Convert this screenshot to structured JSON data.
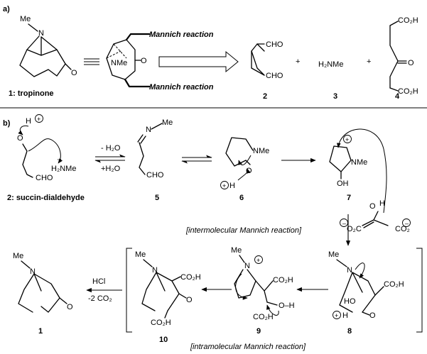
{
  "panel_a": {
    "tag": "a)",
    "mannich_top": "Mannich reaction",
    "mannich_bottom": "Mannich reaction",
    "label_1": "1: tropinone",
    "num_2": "2",
    "num_3": "3",
    "num_4": "4",
    "me": "Me",
    "n": "N",
    "o": "O",
    "nme": "NMe",
    "cho_top": "CHO",
    "cho_bottom": "CHO",
    "amine": "H₂NMe",
    "plus1": "+",
    "plus2": "+",
    "co2h_top": "CO₂H",
    "co2h_bottom": "CO₂H",
    "o4": "O"
  },
  "panel_b": {
    "tag": "b)",
    "h_plus": "H",
    "amine": "H₂NMe",
    "cho": "CHO",
    "o": "O",
    "label_2": "2: succin-dialdehyde",
    "minus_water": "- H₂O",
    "plus_water": "+H₂O",
    "s5_n": "N",
    "s5_me": "Me",
    "s5_cho": "CHO",
    "num_5": "5",
    "s6_nme": "NMe",
    "s6_o": "O",
    "s6_h": "H",
    "num_6": "6",
    "s7_nme": "NMe",
    "s7_oh": "OH",
    "num_7": "7",
    "inter_label": "[intermolecular Mannich reaction]",
    "enol_o": "O",
    "enol_h": "H",
    "o2c_left": "O₂C",
    "co2_right": "CO₂",
    "s8_me": "Me",
    "s8_n": "N",
    "s8_co2h": "CO₂H",
    "s8_ho": "HO",
    "s8_h": "H",
    "s8_o": "O",
    "num_8": "8",
    "s9_me": "Me",
    "s9_n": "N",
    "s9_co2h_top": "CO₂H",
    "s9_co2h_bottom": "CO₂H",
    "s9_oh": "O–H",
    "num_9": "9",
    "intra_label": "[intramolecular Mannich reaction]",
    "s10_me": "Me",
    "s10_n": "N",
    "s10_co2h_top": "CO₂H",
    "s10_co2h_bottom": "CO₂H",
    "s10_o": "O",
    "num_10": "10",
    "hcl": "HCl",
    "minus_co2": "-2 CO₂",
    "p1_me": "Me",
    "p1_n": "N",
    "p1_o": "O",
    "num_1": "1"
  }
}
